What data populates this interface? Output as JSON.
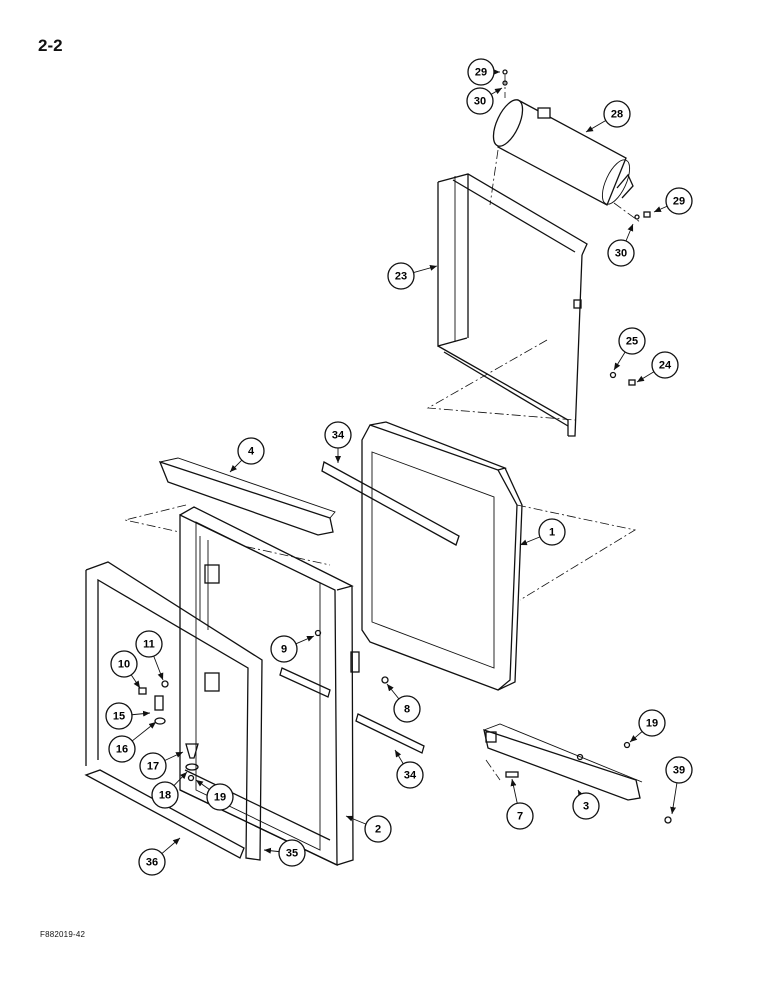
{
  "page_number": "2-2",
  "figure_code": "F882019-42",
  "callouts": [
    "29",
    "30",
    "28",
    "29",
    "30",
    "23",
    "25",
    "24",
    "34",
    "4",
    "1",
    "9",
    "11",
    "10",
    "8",
    "15",
    "16",
    "17",
    "19",
    "34",
    "18",
    "19",
    "7",
    "3",
    "39",
    "2",
    "36",
    "35"
  ]
}
